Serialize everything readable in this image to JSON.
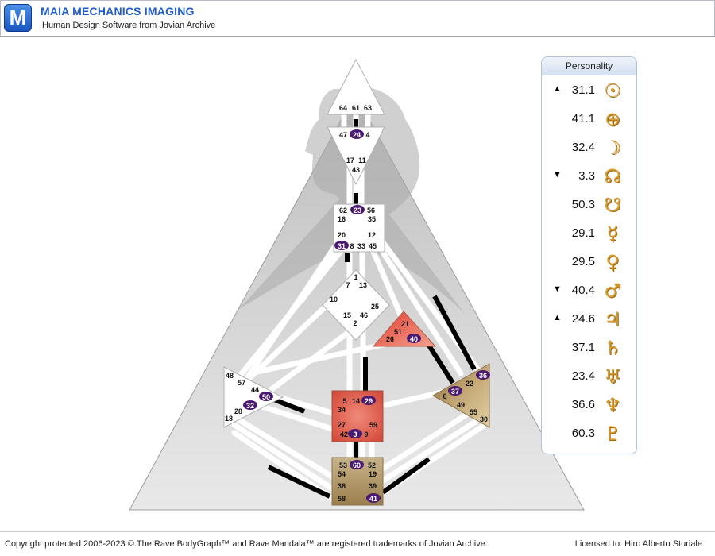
{
  "app": {
    "title": "MAIA MECHANICS IMAGING",
    "subtitle": "Human Design Software from Jovian Archive",
    "logo_letter": "M"
  },
  "footer": {
    "copyright": "Copyright protected 2006-2023 ©.The Rave BodyGraph™ and Rave Mandala™ are registered trademarks of Jovian Archive.",
    "license": "Licensed to: Hiro Alberto Sturiale"
  },
  "colors": {
    "accent": "#1f5cc8",
    "defined_red": "#d9483a",
    "defined_tan": "#a98a5a",
    "gate_circle": "#4a1a70",
    "glyph_gold": "#d79a2f"
  },
  "personality": {
    "title": "Personality",
    "rows": [
      {
        "arrow": "▲",
        "value": "31.1",
        "planet": "sun-icon",
        "glyph": "☉"
      },
      {
        "arrow": "",
        "value": "41.1",
        "planet": "earth-icon",
        "glyph": "⊕"
      },
      {
        "arrow": "",
        "value": "32.4",
        "planet": "moon-icon",
        "glyph": "☽"
      },
      {
        "arrow": "▼",
        "value": "3.3",
        "planet": "north-node-icon",
        "glyph": "☊"
      },
      {
        "arrow": "",
        "value": "50.3",
        "planet": "south-node-icon",
        "glyph": "☋"
      },
      {
        "arrow": "",
        "value": "29.1",
        "planet": "mercury-icon",
        "glyph": "☿"
      },
      {
        "arrow": "",
        "value": "29.5",
        "planet": "venus-icon",
        "glyph": "♀"
      },
      {
        "arrow": "▼",
        "value": "40.4",
        "planet": "mars-icon",
        "glyph": "♂"
      },
      {
        "arrow": "▲",
        "value": "24.6",
        "planet": "jupiter-icon",
        "glyph": "♃"
      },
      {
        "arrow": "",
        "value": "37.1",
        "planet": "saturn-icon",
        "glyph": "♄"
      },
      {
        "arrow": "",
        "value": "23.4",
        "planet": "uranus-icon",
        "glyph": "♅"
      },
      {
        "arrow": "",
        "value": "36.6",
        "planet": "neptune-icon",
        "glyph": "♆"
      },
      {
        "arrow": "",
        "value": "60.3",
        "planet": "pluto-icon",
        "glyph": "♇"
      }
    ]
  },
  "bodygraph": {
    "head": {
      "gates": [
        "64",
        "61",
        "63"
      ]
    },
    "ajna": {
      "gates": [
        "47",
        "24",
        "4",
        "17",
        "11",
        "43"
      ],
      "active": [
        "24"
      ]
    },
    "throat": {
      "gates": [
        "62",
        "23",
        "56",
        "16",
        "35",
        "20",
        "12",
        "31",
        "8",
        "33",
        "45"
      ],
      "active": [
        "23",
        "31"
      ]
    },
    "g": {
      "gates": [
        "1",
        "7",
        "13",
        "10",
        "25",
        "15",
        "46",
        "2"
      ]
    },
    "heart": {
      "gates": [
        "21",
        "51",
        "26",
        "40"
      ],
      "active": [
        "40"
      ]
    },
    "spleen": {
      "gates": [
        "48",
        "57",
        "44",
        "50",
        "32",
        "28",
        "18"
      ],
      "active": [
        "50",
        "32"
      ]
    },
    "sacral": {
      "gates": [
        "5",
        "14",
        "29",
        "34",
        "27",
        "42",
        "3",
        "9",
        "59"
      ],
      "active": [
        "29",
        "3"
      ]
    },
    "solar_plexus": {
      "gates": [
        "36",
        "22",
        "37",
        "6",
        "49",
        "55",
        "30"
      ],
      "active": [
        "36",
        "37"
      ]
    },
    "root": {
      "gates": [
        "53",
        "60",
        "52",
        "54",
        "19",
        "38",
        "39",
        "58",
        "41"
      ],
      "active": [
        "60",
        "41"
      ]
    }
  }
}
